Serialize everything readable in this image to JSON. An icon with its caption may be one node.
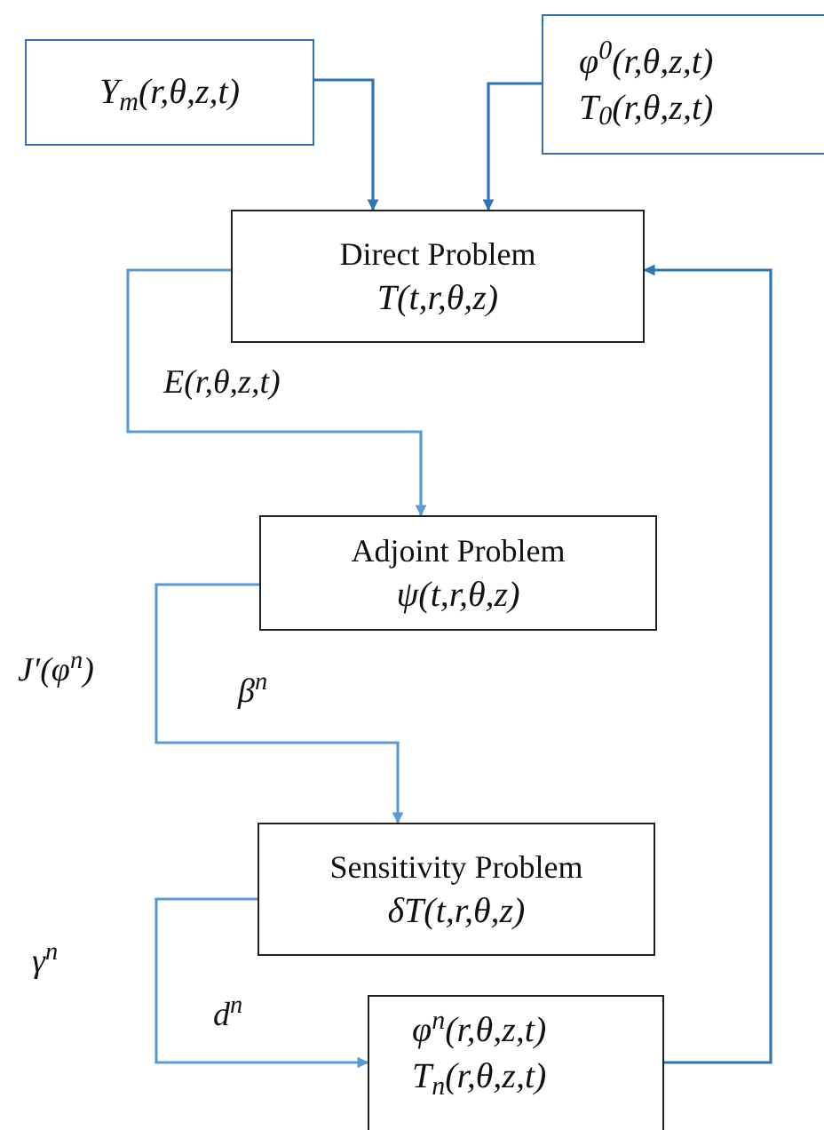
{
  "diagram": {
    "nodes": [
      {
        "text": [
          "Y$_{m}$(r,θ,z,t)"
        ]
      },
      {
        "text": [
          "φ$^{0}$(r,θ,z,t)",
          "T$_{0}$(r,θ,z,t)"
        ]
      },
      {
        "text": [
          "Direct Problem",
          "T(t,r,θ,z)"
        ]
      },
      {
        "text": [
          "Adjoint Problem",
          "ψ(t,r,θ,z)"
        ]
      },
      {
        "text": [
          "Sensitivity Problem",
          "δT(t,r,θ,z)"
        ]
      },
      {
        "text": [
          "φ$^{n}$(r,θ,z,t)",
          "T$_{n}$(r,θ,z,t)"
        ]
      }
    ],
    "edges": [
      {
        "from": 0,
        "to": 2,
        "arrow": "to",
        "color": "#2e75b6"
      },
      {
        "from": 1,
        "to": 2,
        "arrow": "to",
        "color": "#2e75b6"
      },
      {
        "from": 2,
        "to": 3,
        "arrow": "to",
        "label": "E(r,θ,z,t)",
        "color": "#5b9bd5"
      },
      {
        "from": 3,
        "to": 4,
        "arrow": "to",
        "label": "β$^{n}$",
        "color": "#5b9bd5"
      },
      {
        "from": 4,
        "to": 5,
        "arrow": "to",
        "label": "d$^{n}$",
        "color": "#5b9bd5"
      },
      {
        "from": 5,
        "to": 2,
        "arrow": "to",
        "color": "#2e75b6"
      }
    ],
    "labels": [
      "J′(φ$^{n}$)",
      "γ$^{n}$"
    ]
  }
}
